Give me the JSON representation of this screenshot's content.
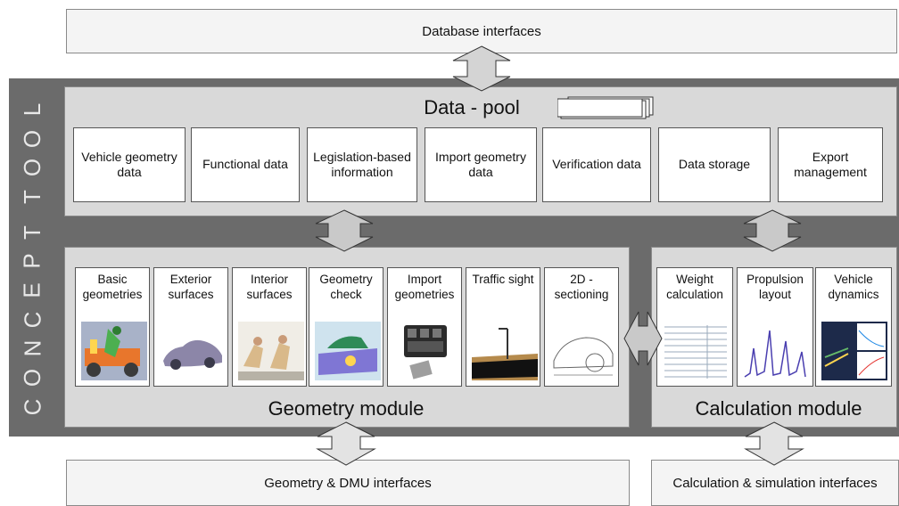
{
  "interfaces": {
    "database": "Database interfaces",
    "geometry_dmu": "Geometry & DMU interfaces",
    "calc_sim": "Calculation & simulation interfaces"
  },
  "concept_tool": {
    "title_letters": [
      "C",
      "O",
      "N",
      "C",
      "E",
      "P",
      "T",
      " ",
      "T",
      "O",
      "O",
      "L"
    ]
  },
  "data_pool": {
    "title": "Data - pool",
    "items": [
      {
        "label": "Vehicle geometry data"
      },
      {
        "label": "Functional data"
      },
      {
        "label": "Legislation-based information"
      },
      {
        "label": "Import geometry data"
      },
      {
        "label": "Verification data"
      },
      {
        "label": "Data storage"
      },
      {
        "label": "Export management"
      }
    ]
  },
  "geometry_module": {
    "title": "Geometry module",
    "items": [
      {
        "label": "Basic geometries",
        "icon": "basic-geometries-thumbnail"
      },
      {
        "label": "Exterior surfaces",
        "icon": "exterior-surfaces-thumbnail"
      },
      {
        "label": "Interior surfaces",
        "icon": "interior-surfaces-thumbnail"
      },
      {
        "label": "Geometry check",
        "icon": "geometry-check-thumbnail"
      },
      {
        "label": "Import geometries",
        "icon": "import-geometries-thumbnail"
      },
      {
        "label": "Traffic sight",
        "icon": "traffic-sight-thumbnail"
      },
      {
        "label": "2D - sectioning",
        "icon": "sectioning-thumbnail"
      }
    ]
  },
  "calculation_module": {
    "title": "Calculation module",
    "items": [
      {
        "label": "Weight calculation",
        "icon": "weight-table-thumbnail"
      },
      {
        "label": "Propulsion layout",
        "icon": "propulsion-chart-thumbnail"
      },
      {
        "label": "Vehicle dynamics",
        "icon": "vehicle-dynamics-thumbnail"
      }
    ]
  },
  "colors": {
    "frame": "#6b6b6b",
    "panel": "#d9d9d9",
    "arrow": "#c9c9c9"
  }
}
